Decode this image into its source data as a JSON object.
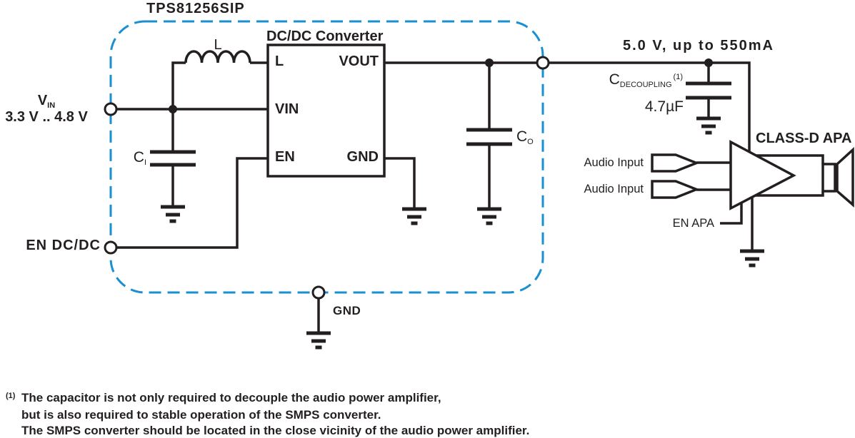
{
  "title": "TPS81256SIP",
  "boundary": {
    "gnd_label": "GND"
  },
  "converter": {
    "label": "DC/DC Converter",
    "pin_l": "L",
    "pin_vin": "VIN",
    "pin_en": "EN",
    "pin_vout": "VOUT",
    "pin_gnd": "GND"
  },
  "inductor": {
    "label": "L"
  },
  "vin": {
    "symbol": "V",
    "symbol_sub": "IN",
    "range": "3.3 V .. 4.8 V"
  },
  "en_dcdc": {
    "label": "EN DC/DC"
  },
  "cap_input": {
    "symbol": "C",
    "sub": "I"
  },
  "cap_output": {
    "symbol": "C",
    "sub": "O"
  },
  "cap_decoupling": {
    "symbol": "C",
    "sub": "DECOUPLING",
    "note_ref": "(1)",
    "value": "4.7µF"
  },
  "rail": {
    "label": "5.0 V, up to 550mA"
  },
  "apa": {
    "label": "CLASS-D APA",
    "audio_input_top": "Audio Input",
    "audio_input_bottom": "Audio Input",
    "enable_label": "EN APA"
  },
  "footnote": {
    "marker": "(1)",
    "line1": "The capacitor is not only required to decouple the audio power amplifier,",
    "line2": "but is also required to stable operation of the SMPS converter.",
    "line3": "The SMPS converter should be located in the close vicinity of the audio power amplifier."
  },
  "colors": {
    "wire": "#231f20",
    "boundary": "#1a8fd1",
    "background": "#ffffff"
  }
}
